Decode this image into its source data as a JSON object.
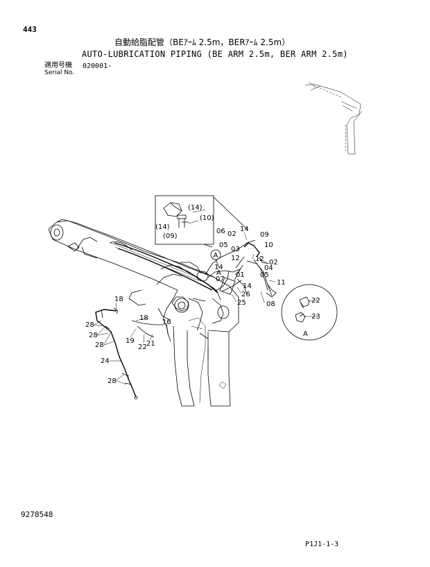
{
  "header": {
    "page_number": "443",
    "title_jp": "自動給脂配管（BEｱｰﾑ 2.5m，BERｱｰﾑ 2.5m）",
    "title_en": "AUTO-LUBRICATION PIPING (BE ARM 2.5m, BER ARM 2.5m)",
    "serial_label_jp": "適用号機",
    "serial_label_en": "Serial No.",
    "serial_value": "020001-"
  },
  "footer": {
    "doc_number": "9278548",
    "page_ref": "P1J1-1-3"
  },
  "callouts": [
    "(14)",
    "(14)",
    "(10)",
    "(09)",
    "14",
    "06",
    "02",
    "09",
    "05",
    "10",
    "03",
    "12",
    "12",
    "02",
    "04",
    "05",
    "14",
    "01",
    "07",
    "11",
    "26",
    "14",
    "25",
    "08",
    "18",
    "18",
    "16",
    "28",
    "28",
    "28",
    "19",
    "22",
    "21",
    "24",
    "28",
    "22",
    "23"
  ],
  "view_letters": [
    "A",
    "A",
    "A"
  ]
}
